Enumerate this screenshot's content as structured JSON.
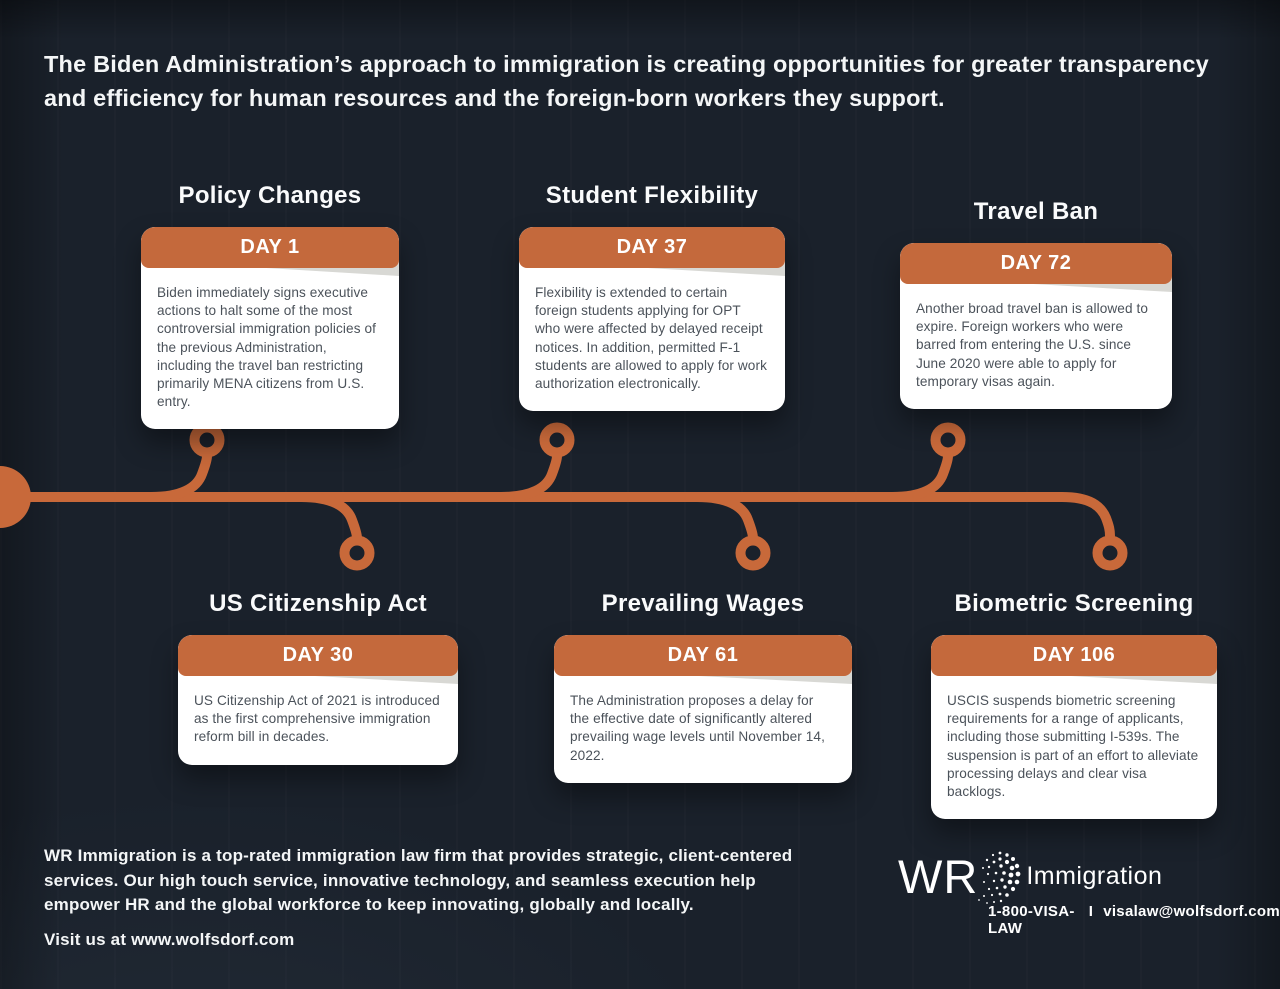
{
  "header": {
    "intro": "The Biden Administration’s approach to immigration is creating opportunities for greater transparency and efficiency for human resources and the foreign-born workers they support."
  },
  "timeline": {
    "top_events": [
      {
        "title": "Policy Changes",
        "day": "DAY 1",
        "body": "Biden immediately signs executive actions to halt some of the most controversial immigration policies of the previous Administration, including the travel ban restricting primarily MENA citizens from U.S. entry."
      },
      {
        "title": "Student Flexibility",
        "day": "DAY 37",
        "body": "Flexibility is extended to certain foreign students applying for OPT who were affected by delayed receipt notices. In addition, permitted F-1 students are allowed to apply for work authorization electronically."
      },
      {
        "title": "Travel Ban",
        "day": "DAY 72",
        "body": "Another broad travel ban is allowed to expire. Foreign workers who were barred from entering the U.S. since June 2020 were able to apply for temporary visas again."
      }
    ],
    "bottom_events": [
      {
        "title": "US Citizenship Act",
        "day": "DAY 30",
        "body": "US Citizenship Act of 2021 is introduced as the first comprehensive immigration reform bill in decades."
      },
      {
        "title": "Prevailing Wages",
        "day": "DAY 61",
        "body": "The Administration proposes a delay for the effective date of significantly altered prevailing wage levels until November 14, 2022."
      },
      {
        "title": "Biometric Screening",
        "day": "DAY 106",
        "body": "USCIS suspends biometric screening requirements for a range of applicants, including those submitting I-539s. The suspension is part of an effort to alleviate processing delays and clear visa backlogs."
      }
    ]
  },
  "footer": {
    "about": "WR Immigration is a top-rated immigration law firm that provides strategic, client-centered services. Our high touch service, innovative technology, and seamless execution help empower HR and the global workforce to keep innovating, globally and locally.",
    "visit": "Visit us at www.wolfsdorf.com",
    "logo": {
      "wordmark": "WR",
      "brand": "Immigration",
      "phone": "1-800-VISA-LAW",
      "separator": "I",
      "email": "visalaw@wolfsdorf.com"
    }
  },
  "colors": {
    "background": "#1a212b",
    "accent_orange": "#c4693c",
    "timeline_orange": "#c8693a",
    "card_background": "#ffffff",
    "card_text": "#4b525a",
    "fold_shadow_gray": "#d8d8d4",
    "text_white": "#f4f6f7"
  }
}
